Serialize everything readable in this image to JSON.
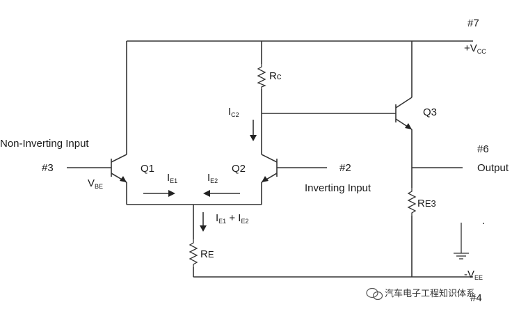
{
  "labels": {
    "pin7": "#7",
    "vcc_main": "+V",
    "vcc_sub": "CC",
    "rc_main": "R",
    "rc_sub": "c",
    "ic2_main": "I",
    "ic2_sub": "C2",
    "q3": "Q3",
    "non_inverting": "Non-Inverting Input",
    "pin3": "#3",
    "q1": "Q1",
    "ie1_main": "I",
    "ie1_sub": "E1",
    "ie2_main": "I",
    "ie2_sub": "E2",
    "q2": "Q2",
    "pin2": "#2",
    "inverting": "Inverting Input",
    "vbe_main": "V",
    "vbe_sub": "BE",
    "pin6": "#6",
    "output": "Output",
    "re3_main": "R",
    "re3_sub": "E3",
    "isum_a": "I",
    "isum_a_sub": "E1",
    "isum_plus": " + I",
    "isum_b_sub": "E2",
    "re_main": "R",
    "re_sub": "E",
    "vee_main": "-V",
    "vee_sub": "EE",
    "pin4": "#4",
    "dot": "."
  },
  "watermark": "汽车电子工程知识体系"
}
